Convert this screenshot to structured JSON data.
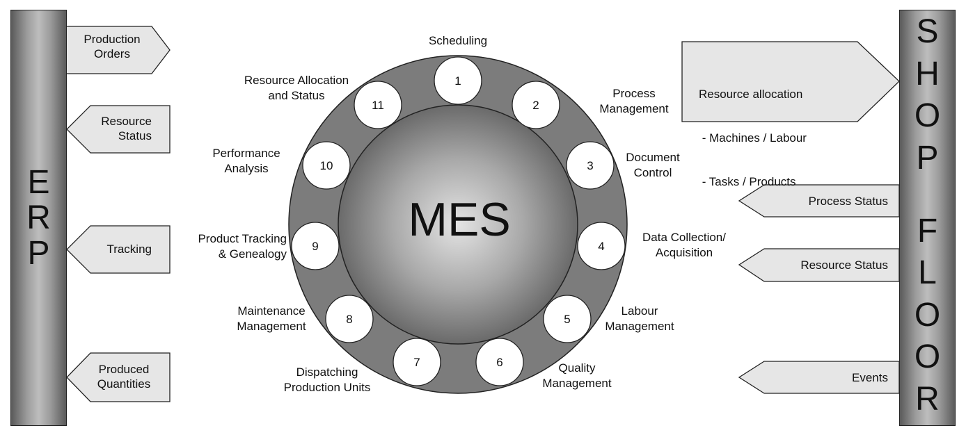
{
  "erp": {
    "letters": [
      "E",
      "R",
      "P"
    ]
  },
  "shop_floor": {
    "letters": [
      "S",
      "H",
      "O",
      "P",
      "",
      "F",
      "L",
      "O",
      "O",
      "R"
    ]
  },
  "mes": {
    "title": "MES"
  },
  "erp_arrows": [
    {
      "lines": [
        "Production",
        "Orders"
      ],
      "direction": "right"
    },
    {
      "lines": [
        "Resource",
        "Status"
      ],
      "direction": "left"
    },
    {
      "lines": [
        "Tracking"
      ],
      "direction": "left"
    },
    {
      "lines": [
        "Produced",
        "Quantities"
      ],
      "direction": "left"
    }
  ],
  "shop_arrows": [
    {
      "lines": [
        "Resource allocation",
        " - Machines / Labour",
        " - Tasks / Products"
      ],
      "direction": "right"
    },
    {
      "lines": [
        "Process Status"
      ],
      "direction": "left"
    },
    {
      "lines": [
        "Resource Status"
      ],
      "direction": "left"
    },
    {
      "lines": [
        "Events"
      ],
      "direction": "left"
    }
  ],
  "functions": [
    {
      "number": "1",
      "lines": [
        "Scheduling"
      ]
    },
    {
      "number": "2",
      "lines": [
        "Process",
        "Management"
      ]
    },
    {
      "number": "3",
      "lines": [
        "Document",
        "Control"
      ]
    },
    {
      "number": "4",
      "lines": [
        "Data Collection/",
        "Acquisition"
      ]
    },
    {
      "number": "5",
      "lines": [
        "Labour",
        "Management"
      ]
    },
    {
      "number": "6",
      "lines": [
        "Quality",
        "Management"
      ]
    },
    {
      "number": "7",
      "lines": [
        "Dispatching",
        "Production Units"
      ]
    },
    {
      "number": "8",
      "lines": [
        "Maintenance",
        "Management"
      ]
    },
    {
      "number": "9",
      "lines": [
        "Product Tracking",
        "& Genealogy"
      ]
    },
    {
      "number": "10",
      "lines": [
        "Performance",
        "Analysis"
      ]
    },
    {
      "number": "11",
      "lines": [
        "Resource Allocation",
        "and Status"
      ]
    }
  ],
  "colors": {
    "ring": "#7c7c7c",
    "arrow_fill": "#e6e6e6",
    "outline": "#222222"
  }
}
